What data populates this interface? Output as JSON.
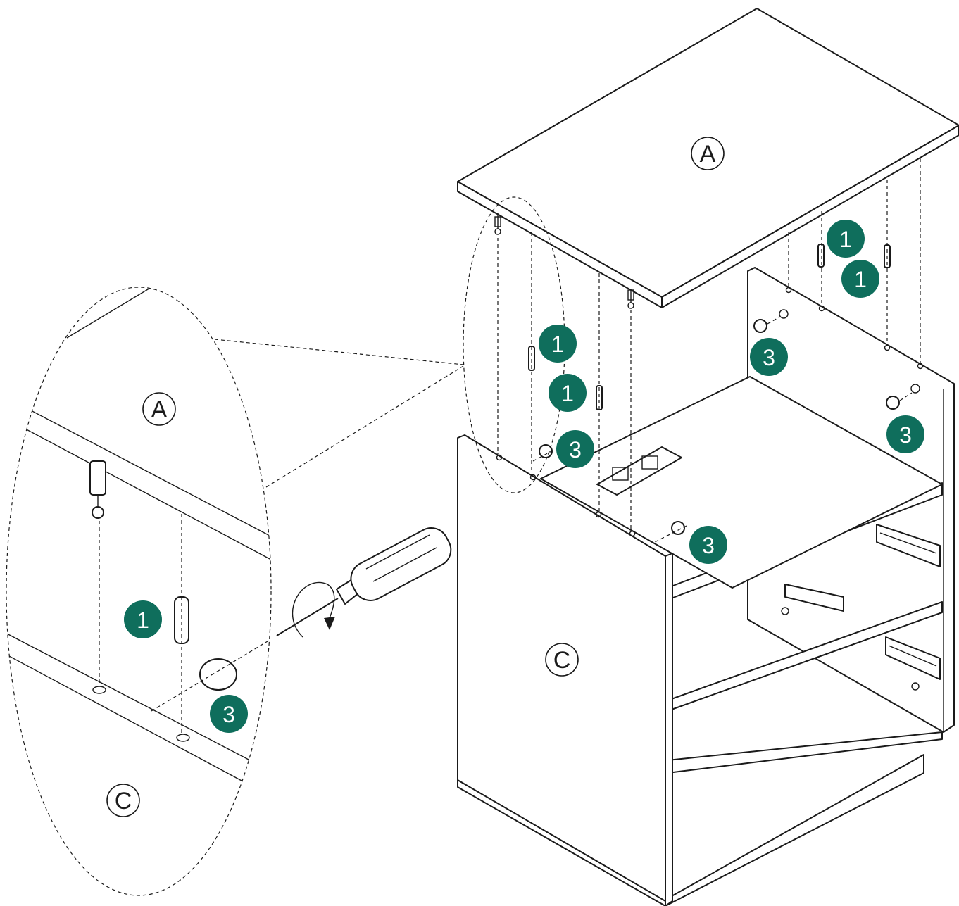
{
  "panels": {
    "top": "A",
    "side": "C"
  },
  "detail": {
    "panel_top": "A",
    "panel_bottom": "C",
    "dowel_number": "1",
    "cam_number": "3"
  },
  "callouts": {
    "dowel": "1",
    "cam": "3"
  },
  "colors": {
    "callout_fill": "#0f6e5c",
    "line": "#1a1a1a",
    "background": "#ffffff"
  },
  "icons": [
    "screwdriver-icon",
    "rotate-arrow-icon",
    "wooden-dowel-icon",
    "cam-lock-icon",
    "cam-bolt-icon",
    "power-outlet-icon",
    "drawer-slide-icon"
  ]
}
